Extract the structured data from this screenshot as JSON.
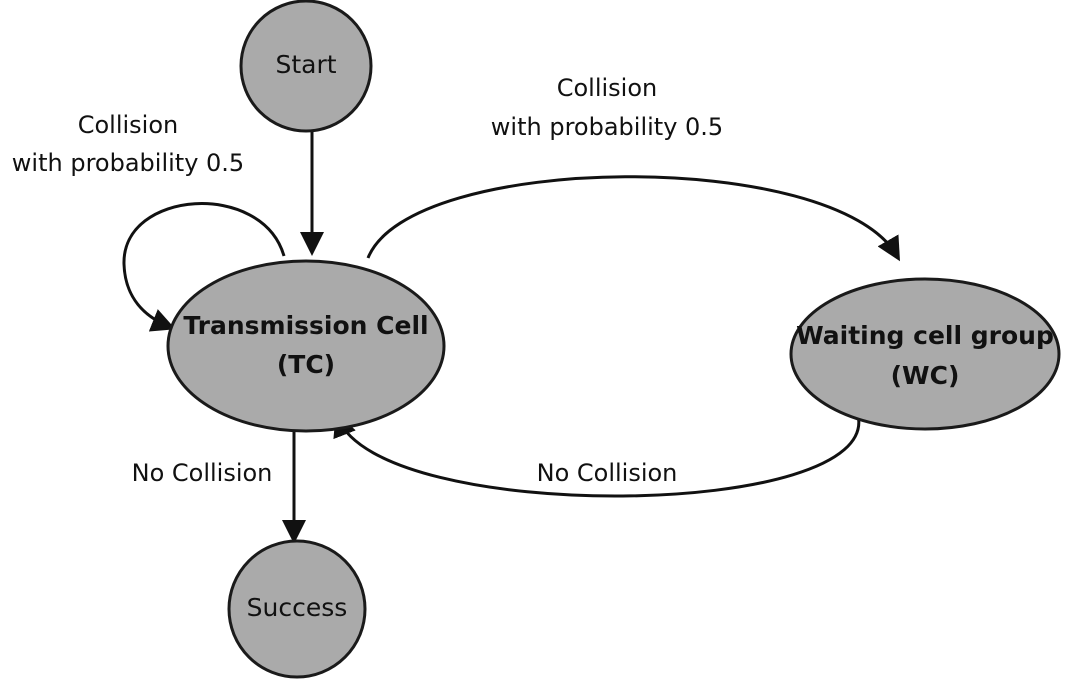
{
  "nodes": {
    "start": {
      "label": "Start"
    },
    "tc": {
      "label_line1": "Transmission Cell",
      "label_line2": "(TC)"
    },
    "wc": {
      "label_line1": "Waiting cell group",
      "label_line2": "(WC)"
    },
    "success": {
      "label": "Success"
    }
  },
  "edges": {
    "tc_self_loop": {
      "label_line1": "Collision",
      "label_line2": "with probability 0.5"
    },
    "tc_to_wc": {
      "label_line1": "Collision",
      "label_line2": "with probability 0.5"
    },
    "tc_to_success": {
      "label": "No Collision"
    },
    "wc_to_tc": {
      "label": "No Collision"
    },
    "start_to_tc": {
      "label": ""
    }
  },
  "colors": {
    "node_fill": "#aaaaaa",
    "stroke": "#111111"
  }
}
